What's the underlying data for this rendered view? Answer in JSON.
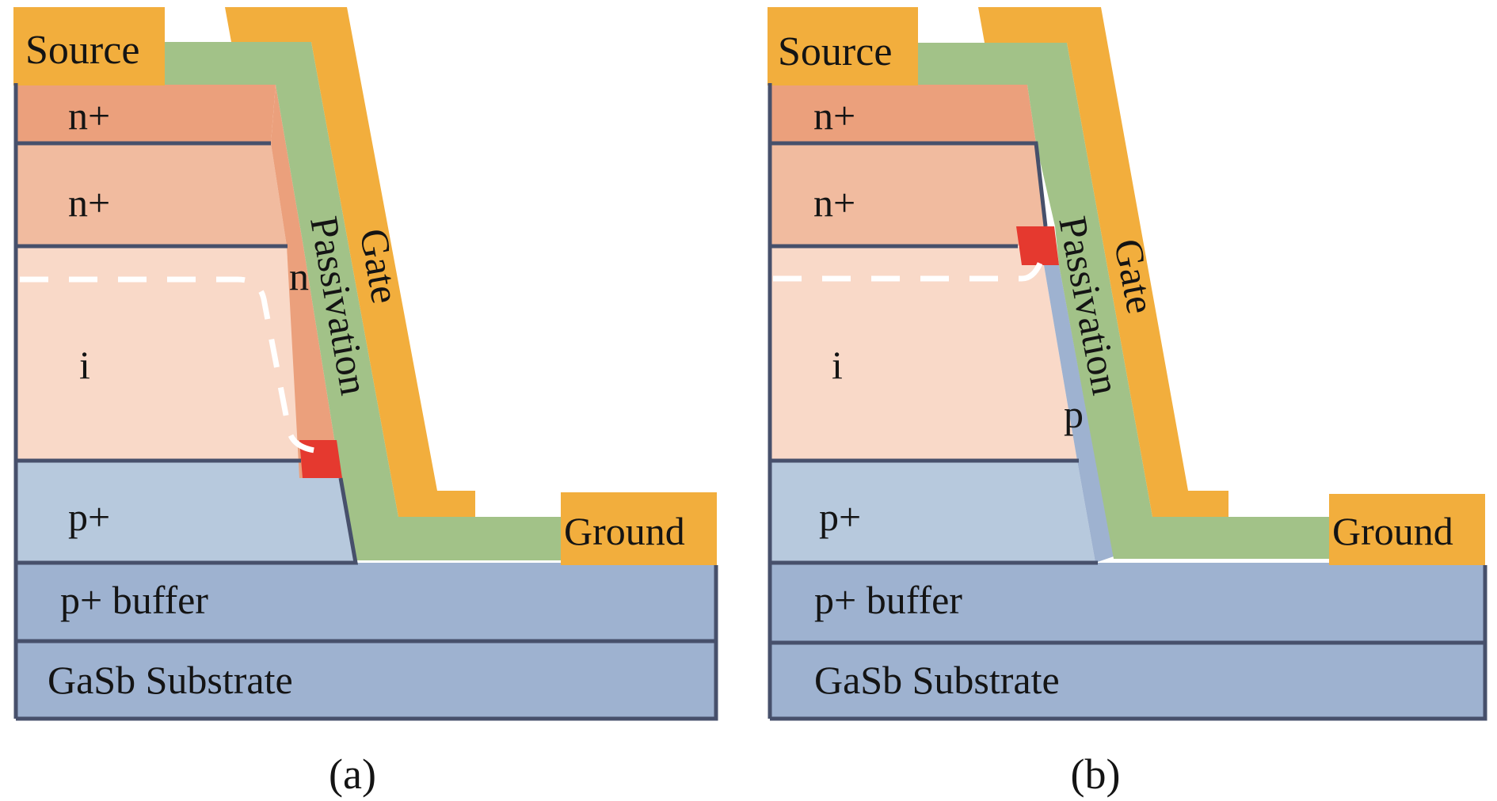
{
  "figure": {
    "panels": [
      {
        "id": "a",
        "caption": "(a)",
        "labels": {
          "source": "Source",
          "gate": "Gate",
          "passivation": "Passivation",
          "ground": "Ground",
          "n_plus_top": "n+",
          "n_plus_lower": "n+",
          "intrinsic": "i",
          "p_plus": "p+",
          "p_plus_buffer": "p+ buffer",
          "substrate": "GaSb Substrate",
          "surface_layer": "n"
        },
        "surface_inversion_type": "n",
        "leakage_path": "dashed white path from i-region bending down along sidewall to red junction at p+/i interface"
      },
      {
        "id": "b",
        "caption": "(b)",
        "labels": {
          "source": "Source",
          "gate": "Gate",
          "passivation": "Passivation",
          "ground": "Ground",
          "n_plus_top": "n+",
          "n_plus_lower": "n+",
          "intrinsic": "i",
          "p_plus": "p+",
          "p_plus_buffer": "p+ buffer",
          "substrate": "GaSb Substrate",
          "surface_layer": "p"
        },
        "surface_inversion_type": "p",
        "leakage_path": "dashed white path across i-region bending up to red junction at n+/i interface"
      }
    ],
    "colors": {
      "metal": "#F2AE3D",
      "passivation": "#A2C288",
      "n_plus_top": "#EBA07C",
      "n_plus_lower": "#F1BB9F",
      "intrinsic": "#F9D9C8",
      "p_plus": "#B7C9DD",
      "buffer": "#9EB2D0",
      "substrate": "#9EB2D0",
      "outline": "#47506B",
      "junction": "#E5392F",
      "n_surface": "#EBA07C",
      "p_surface": "#9EB2D0",
      "path": "#FFFFFF"
    }
  }
}
